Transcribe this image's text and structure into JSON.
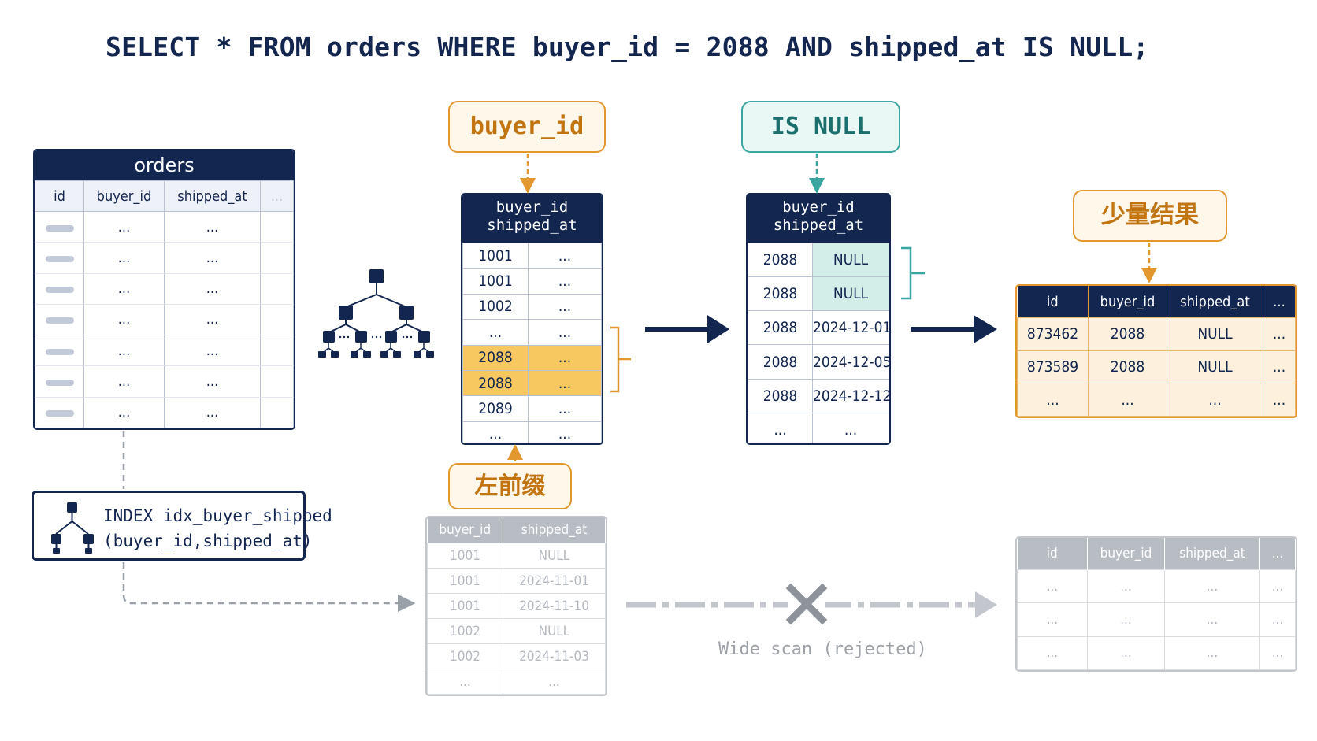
{
  "title": "SELECT * FROM orders WHERE buyer_id = 2088 AND shipped_at IS NULL;",
  "orders_table": {
    "caption": "orders",
    "columns": [
      "id",
      "buyer_id",
      "shipped_at",
      "..."
    ],
    "placeholder": "..."
  },
  "index": {
    "line1": "INDEX idx_buyer_shipped",
    "line2": "(buyer_id,shipped_at)"
  },
  "labels": {
    "buyer_id": "buyer_id",
    "is_null": "IS NULL",
    "left_prefix": "左前缀",
    "few_results": "少量结果"
  },
  "index_table_1": {
    "header1": "buyer_id",
    "header2": "shipped_at",
    "rows": [
      [
        "1001",
        "..."
      ],
      [
        "1001",
        "..."
      ],
      [
        "1002",
        "..."
      ],
      [
        "...",
        "..."
      ],
      [
        "2088",
        "..."
      ],
      [
        "2088",
        "..."
      ],
      [
        "2089",
        "..."
      ],
      [
        "...",
        "..."
      ]
    ]
  },
  "index_table_2": {
    "header1": "buyer_id",
    "header2": "shipped_at",
    "rows": [
      [
        "2088",
        "NULL"
      ],
      [
        "2088",
        "NULL"
      ],
      [
        "2088",
        "2024-12-01"
      ],
      [
        "2088",
        "2024-12-05"
      ],
      [
        "2088",
        "2024-12-12"
      ],
      [
        "...",
        "..."
      ]
    ]
  },
  "result_table": {
    "columns": [
      "id",
      "buyer_id",
      "shipped_at",
      "..."
    ],
    "rows": [
      [
        "873462",
        "2088",
        "NULL",
        "..."
      ],
      [
        "873589",
        "2088",
        "NULL",
        "..."
      ],
      [
        "...",
        "...",
        "...",
        "..."
      ]
    ]
  },
  "scan_table": {
    "columns": [
      "buyer_id",
      "shipped_at"
    ],
    "rows": [
      [
        "1001",
        "NULL"
      ],
      [
        "1001",
        "2024-11-01"
      ],
      [
        "1001",
        "2024-11-10"
      ],
      [
        "1002",
        "NULL"
      ],
      [
        "1002",
        "2024-11-03"
      ],
      [
        "...",
        "..."
      ]
    ]
  },
  "rejected_table": {
    "columns": [
      "id",
      "buyer_id",
      "shipped_at",
      "..."
    ],
    "rows": [
      [
        "...",
        "...",
        "...",
        "..."
      ],
      [
        "...",
        "...",
        "...",
        "..."
      ],
      [
        "...",
        "...",
        "...",
        "..."
      ]
    ]
  },
  "wide_scan": "Wide scan (rejected)",
  "colors": {
    "navy": "#132650",
    "orange": "#e2972f",
    "highlight": "#f7c760",
    "teal": "#3ba6a0",
    "gray": "#b8bcc3"
  }
}
